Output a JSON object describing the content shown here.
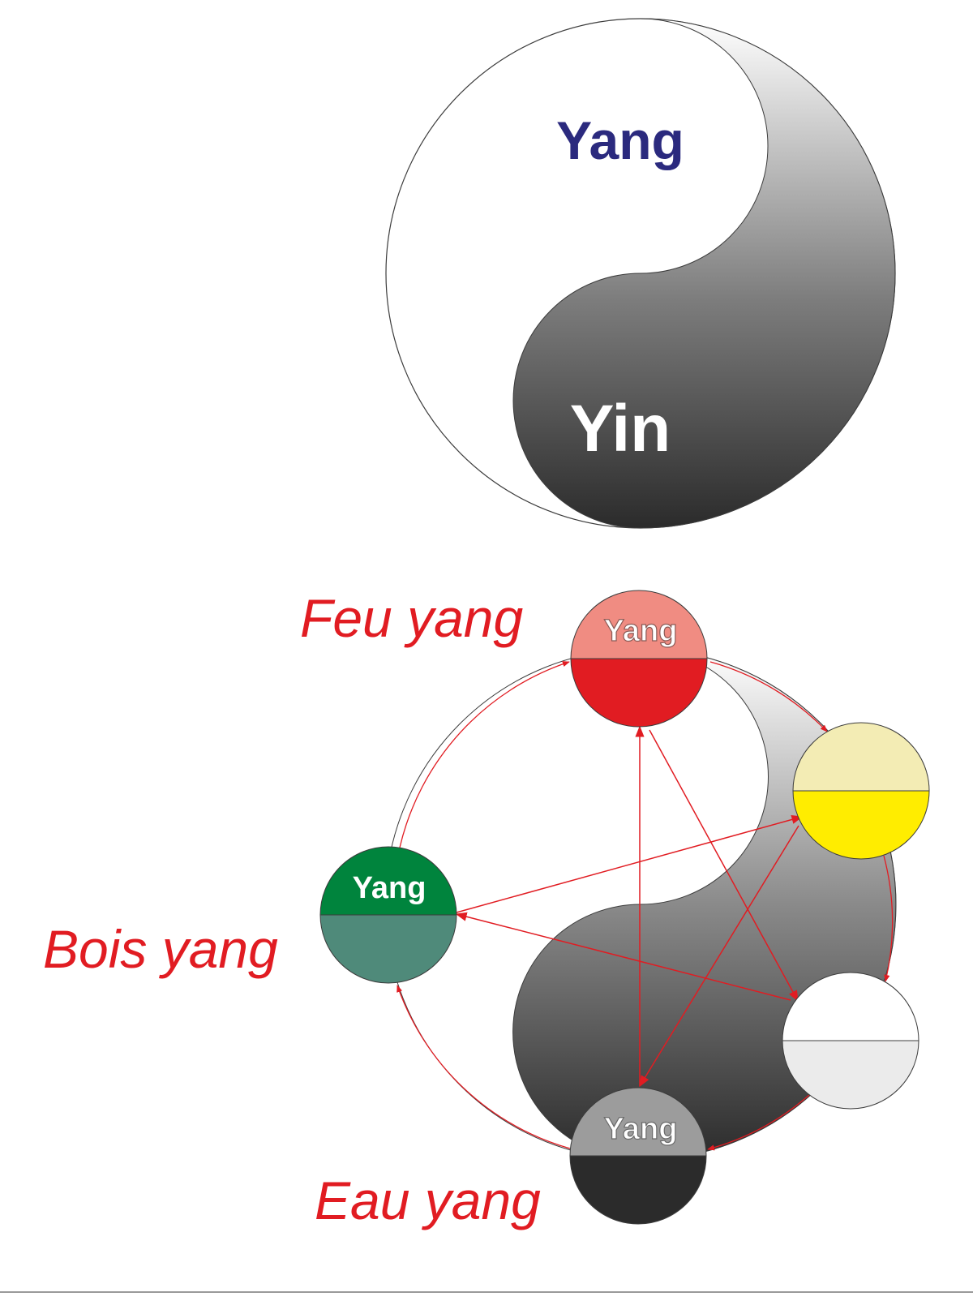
{
  "taiji": {
    "yang_label": "Yang",
    "yin_label": "Yin",
    "yang_label_color": "#2b2a7e",
    "yin_label_color": "#ffffff"
  },
  "elements": {
    "fire": {
      "label": "Feu yang",
      "badge": "Yang",
      "top_color": "#f08c82",
      "bottom_color": "#e11c22"
    },
    "earth": {
      "label": "",
      "badge": "",
      "top_color": "#f3ecb4",
      "bottom_color": "#ffed00"
    },
    "metal": {
      "label": "",
      "badge": "",
      "top_color": "#ffffff",
      "bottom_color": "#ebebeb"
    },
    "water": {
      "label": "Eau yang",
      "badge": "Yang",
      "top_color": "#9c9c9c",
      "bottom_color": "#2b2b2b"
    },
    "wood": {
      "label": "Bois yang",
      "badge": "Yang",
      "top_color": "#00843d",
      "bottom_color": "#4f8a7a"
    }
  },
  "colors": {
    "arrow": "#e11c22",
    "label": "#e11c22",
    "outline": "#3c3c3c"
  }
}
